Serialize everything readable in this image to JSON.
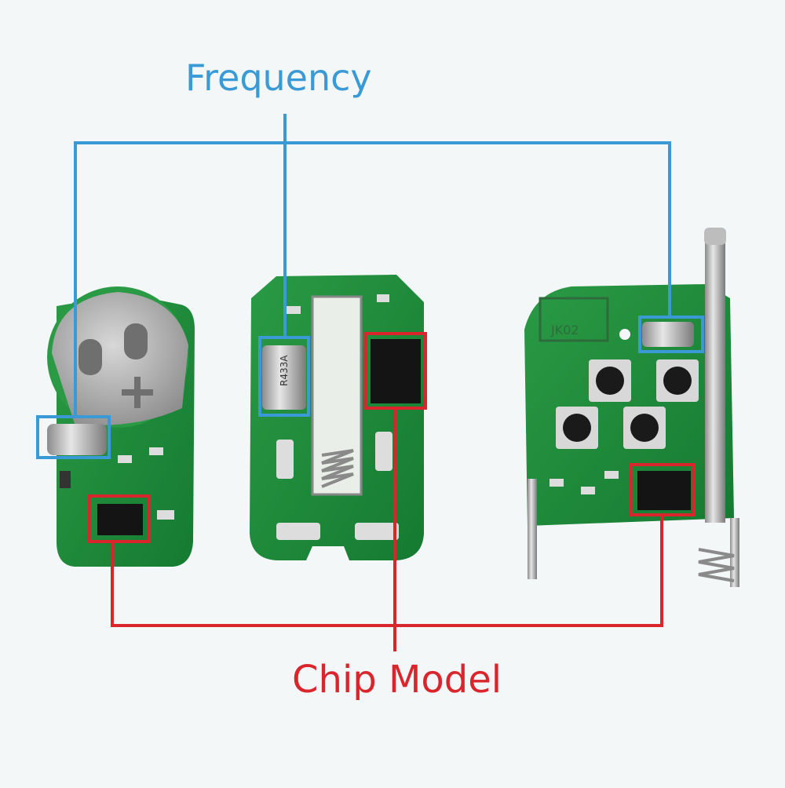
{
  "labels": {
    "frequency": "Frequency",
    "chip_model": "Chip Model"
  },
  "boards": {
    "right_board_marking": "JK02",
    "middle_crystal_marking": "R433A"
  },
  "colors": {
    "frequency": "#3a9ad6",
    "chip_model": "#d9252b",
    "pcb": "#1f8a3a",
    "background": "#f4f7f8"
  }
}
